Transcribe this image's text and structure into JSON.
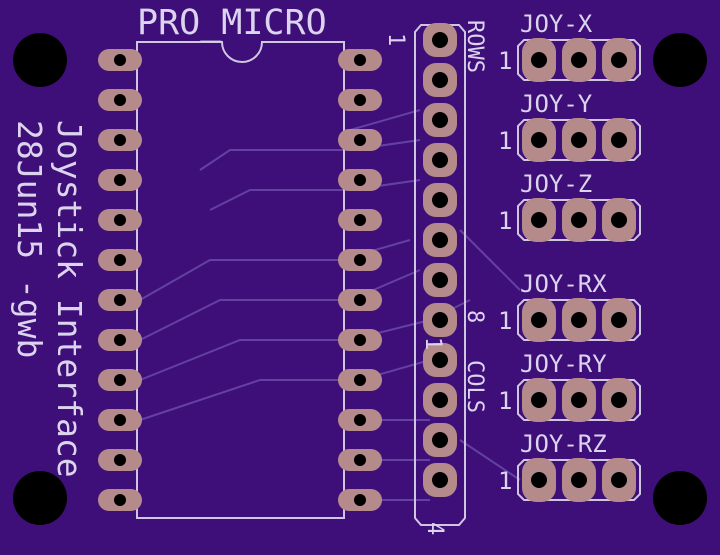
{
  "board": {
    "background": "#3e0f78",
    "silkscreen_color": "#cfc6e2",
    "pad_color": "#b58a8a",
    "trace_color": "#6a4aa8"
  },
  "chip": {
    "label": "PRO_MICRO"
  },
  "side_text": {
    "line1": "Joystick Interface",
    "line2": "28Jun15 -gwb"
  },
  "rows_header": {
    "label": "ROWS",
    "pin1": "1",
    "pin8": "8"
  },
  "cols_header": {
    "label": "COLS",
    "pin1": "1",
    "pin4": "4"
  },
  "joysticks": [
    {
      "label": "JOY-X",
      "pin1": "1"
    },
    {
      "label": "JOY-Y",
      "pin1": "1"
    },
    {
      "label": "JOY-Z",
      "pin1": "1"
    },
    {
      "label": "JOY-RX",
      "pin1": "1"
    },
    {
      "label": "JOY-RY",
      "pin1": "1"
    },
    {
      "label": "JOY-RZ",
      "pin1": "1"
    }
  ]
}
